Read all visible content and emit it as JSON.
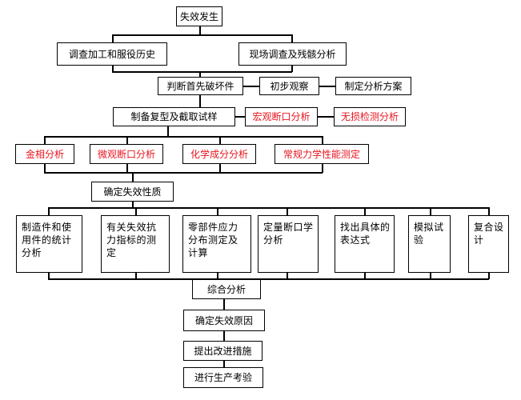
{
  "nodes": {
    "failure_occurs": "失效发生",
    "investigate_history": "调查加工和服役历史",
    "onsite_investigation": "现场调查及残骸分析",
    "identify_first_broken": "判断首先破坏件",
    "initial_observation": "初步观察",
    "analysis_plan": "制定分析方案",
    "prepare_specimens": "制备复型及截取试样",
    "macro_fracture": "宏观断口分析",
    "nondestructive_test": "无损检测分析",
    "metallography": "金相分析",
    "micro_fracture": "微观断口分析",
    "chemical_analysis": "化学成分分析",
    "mechanical_test": "常规力学性能测定",
    "failure_nature": "确定失效性质",
    "stats_parts": "制造件和使用件的统计分析",
    "resistance_index": "有关失效抗力指标的测定",
    "stress_distribution": "零部件应力分布测定及计算",
    "quantitative_fracture": "定量断口学分析",
    "find_expression": "找出具体的表达式",
    "simulation_test": "模拟试验",
    "composite_design": "复合设计",
    "comprehensive_analysis": "综合分析",
    "failure_cause": "确定失效原因",
    "improvement": "提出改进措施",
    "production_test": "进行生产考验"
  },
  "colors": {
    "highlight": "#e8141e",
    "line": "#000000",
    "text": "#000000"
  }
}
